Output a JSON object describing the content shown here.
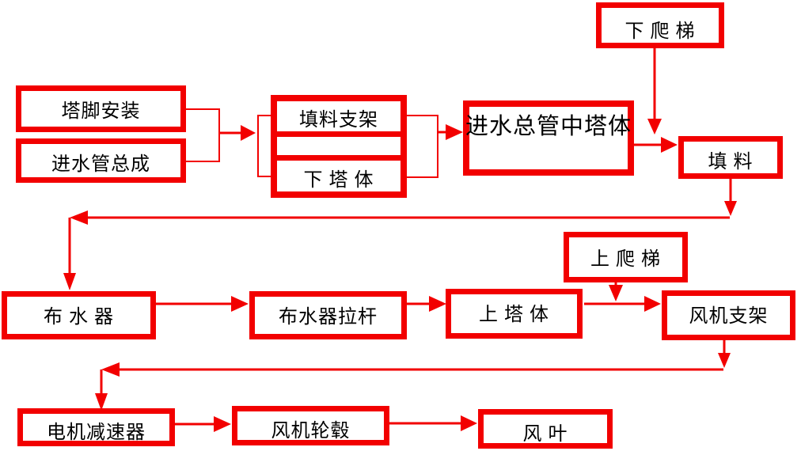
{
  "diagram": {
    "type": "flowchart",
    "background": "#ffffff",
    "line_color": "#f20000",
    "text_color": "#000000"
  },
  "boxes": {
    "xia_pati": {
      "label": "下 爬 梯"
    },
    "tajiao_anzhuang": {
      "label": "塔脚安装"
    },
    "jinshuiguan_zongcheng": {
      "label": "进水管总成"
    },
    "tianliao_zhijia": {
      "label": "填料支架"
    },
    "xia_tati": {
      "label": "下 塔 体"
    },
    "jinshui_zongguan_zhong_tati": {
      "label": "进水总管中塔体"
    },
    "tianliao": {
      "label": "填 料"
    },
    "shang_pati": {
      "label": "上 爬 梯"
    },
    "bushuiqi": {
      "label": "布 水 器"
    },
    "bushuiqi_lagan": {
      "label": "布水器拉杆"
    },
    "shang_tati": {
      "label": "上 塔 体"
    },
    "fengji_zhijia": {
      "label": "风机支架"
    },
    "dianji_jiansuqi": {
      "label": "电机减速器"
    },
    "fengji_lungu": {
      "label": "风机轮毂"
    },
    "feng_ye": {
      "label": "风 叶"
    }
  },
  "edges": [
    {
      "from": "塔脚安装 / 进水管总成",
      "to": "填料支架 / 下 塔 体"
    },
    {
      "from": "填料支架 / 下 塔 体",
      "to": "进水总管中塔体"
    },
    {
      "from": "进水总管中塔体",
      "to": "填 料"
    },
    {
      "from": "下 爬 梯",
      "to": "填 料"
    },
    {
      "from": "填 料",
      "to": "布 水 器"
    },
    {
      "from": "布 水 器",
      "to": "布水器拉杆"
    },
    {
      "from": "布水器拉杆",
      "to": "上 塔 体"
    },
    {
      "from": "上 塔 体",
      "to": "风机支架"
    },
    {
      "from": "上 爬 梯",
      "to": "风机支架"
    },
    {
      "from": "风机支架",
      "to": "电机减速器"
    },
    {
      "from": "电机减速器",
      "to": "风机轮毂"
    },
    {
      "from": "风机轮毂",
      "to": "风 叶"
    }
  ]
}
